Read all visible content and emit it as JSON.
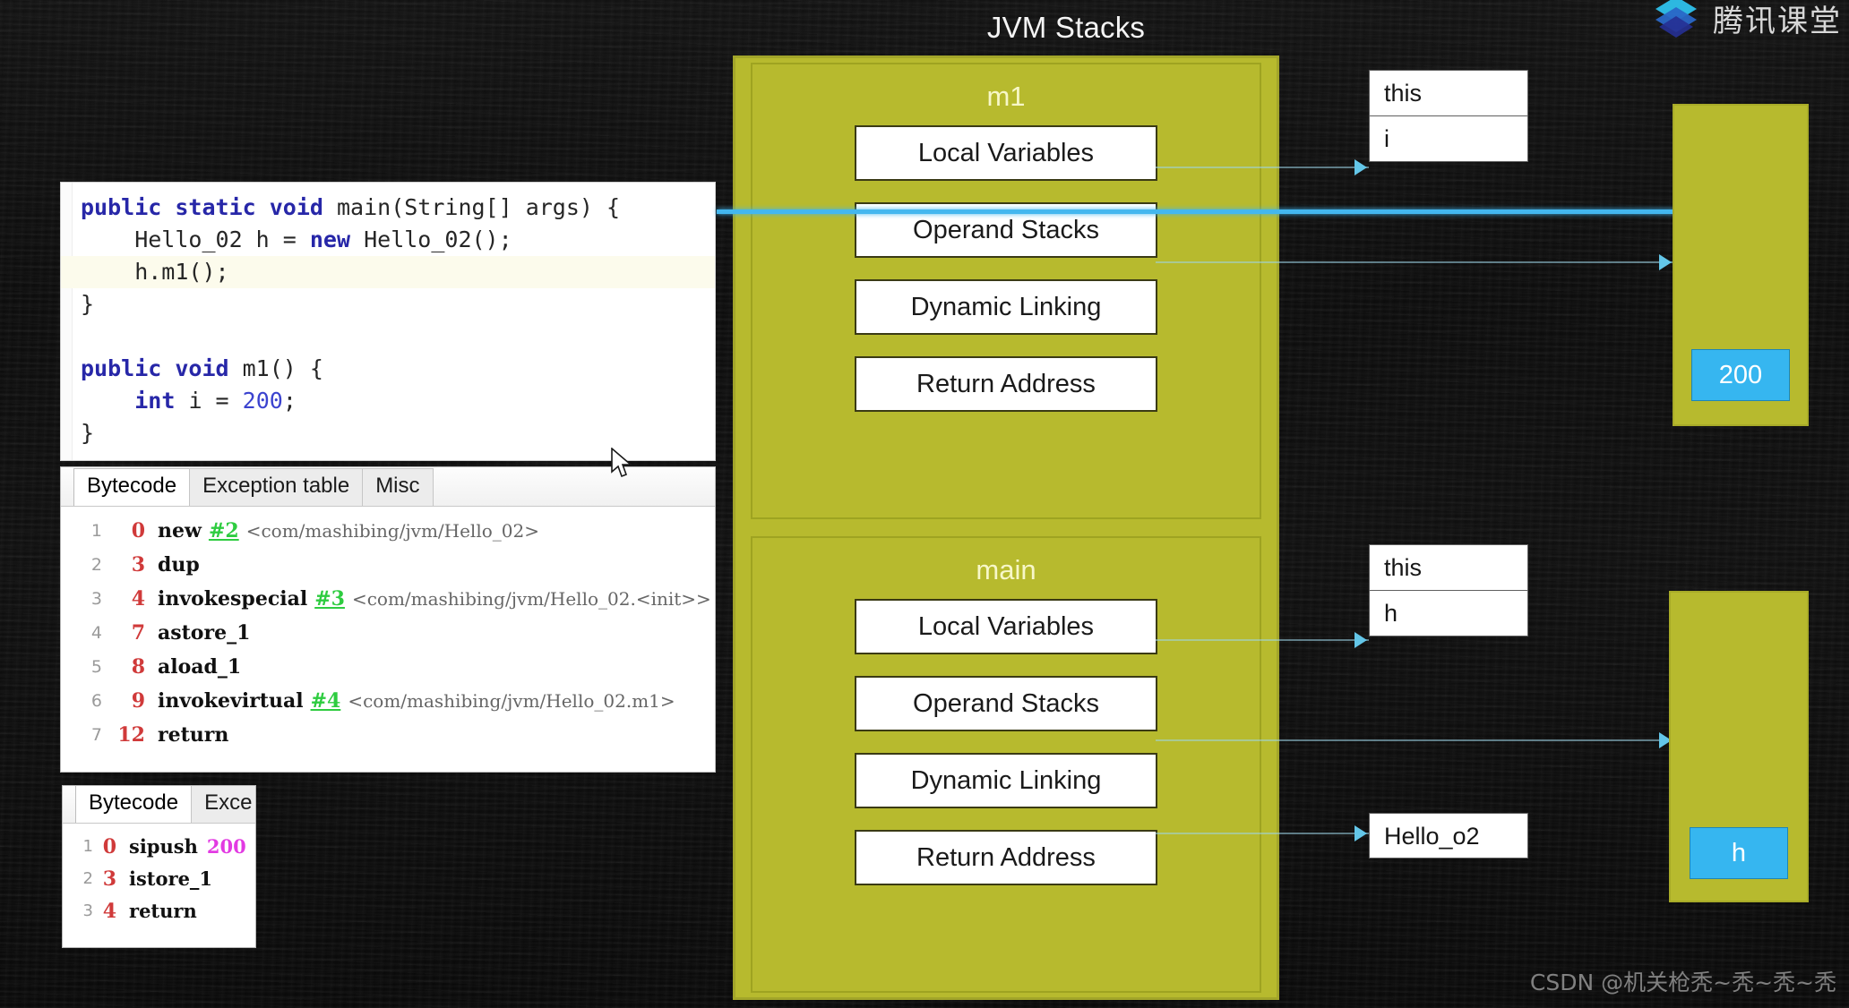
{
  "diagram": {
    "title": "JVM Stacks",
    "frames": [
      {
        "name": "m1",
        "slots": [
          "Local Variables",
          "Operand Stacks",
          "Dynamic Linking",
          "Return Address"
        ],
        "locals": [
          "this",
          "i"
        ],
        "heap_object_value": "200"
      },
      {
        "name": "main",
        "slots": [
          "Local Variables",
          "Operand Stacks",
          "Dynamic Linking",
          "Return Address"
        ],
        "locals": [
          "this",
          "h"
        ],
        "operand_label": "Hello_o2",
        "heap_object_value": "h"
      }
    ],
    "colors": {
      "frame_fill": "#b7ba2e",
      "slot_fill": "#ffffff",
      "value_fill": "#36b6f0",
      "connector": "#63c6e8",
      "background": "#0d0d0d"
    }
  },
  "editor": {
    "lines": [
      [
        {
          "t": "public static void ",
          "c": "kw"
        },
        {
          "t": "main(String[] args) {",
          "c": "plain"
        }
      ],
      [
        {
          "t": "    Hello_02 h = ",
          "c": "plain"
        },
        {
          "t": "new ",
          "c": "kw"
        },
        {
          "t": "Hello_02();",
          "c": "plain"
        }
      ],
      [
        {
          "t": "    h.m1();",
          "c": "plain"
        }
      ],
      [
        {
          "t": "}",
          "c": "plain"
        }
      ],
      [
        {
          "t": "",
          "c": "plain"
        }
      ],
      [
        {
          "t": "public void ",
          "c": "kw"
        },
        {
          "t": "m1() {",
          "c": "plain"
        }
      ],
      [
        {
          "t": "    ",
          "c": "plain"
        },
        {
          "t": "int ",
          "c": "kw"
        },
        {
          "t": "i = ",
          "c": "plain"
        },
        {
          "t": "200",
          "c": "num"
        },
        {
          "t": ";",
          "c": "plain"
        }
      ],
      [
        {
          "t": "}",
          "c": "plain"
        }
      ]
    ],
    "highlight_line": 2
  },
  "bytecode_panel_1": {
    "tabs": [
      {
        "label": "Bytecode",
        "active": true
      },
      {
        "label": "Exception table",
        "active": false
      },
      {
        "label": "Misc",
        "active": false
      }
    ],
    "rows": [
      {
        "idx": "1",
        "offset": "0",
        "op": "new",
        "ref": "#2",
        "arg": "<com/mashibing/jvm/Hello_02>"
      },
      {
        "idx": "2",
        "offset": "3",
        "op": "dup",
        "ref": "",
        "arg": ""
      },
      {
        "idx": "3",
        "offset": "4",
        "op": "invokespecial",
        "ref": "#3",
        "arg": "<com/mashibing/jvm/Hello_02.<init>>"
      },
      {
        "idx": "4",
        "offset": "7",
        "op": "astore_1",
        "ref": "",
        "arg": ""
      },
      {
        "idx": "5",
        "offset": "8",
        "op": "aload_1",
        "ref": "",
        "arg": ""
      },
      {
        "idx": "6",
        "offset": "9",
        "op": "invokevirtual",
        "ref": "#4",
        "arg": "<com/mashibing/jvm/Hello_02.m1>"
      },
      {
        "idx": "7",
        "offset": "12",
        "op": "return",
        "ref": "",
        "arg": ""
      }
    ]
  },
  "bytecode_panel_2": {
    "tabs": [
      {
        "label": "Bytecode",
        "active": true
      },
      {
        "label": "Exce",
        "active": false
      }
    ],
    "rows": [
      {
        "idx": "1",
        "offset": "0",
        "op": "sipush",
        "lit": "200"
      },
      {
        "idx": "2",
        "offset": "3",
        "op": "istore_1",
        "lit": ""
      },
      {
        "idx": "3",
        "offset": "4",
        "op": "return",
        "lit": ""
      }
    ]
  },
  "branding": {
    "logo_text": "腾讯课堂",
    "watermark": "CSDN @机关枪秃~秃~秃~秃"
  }
}
